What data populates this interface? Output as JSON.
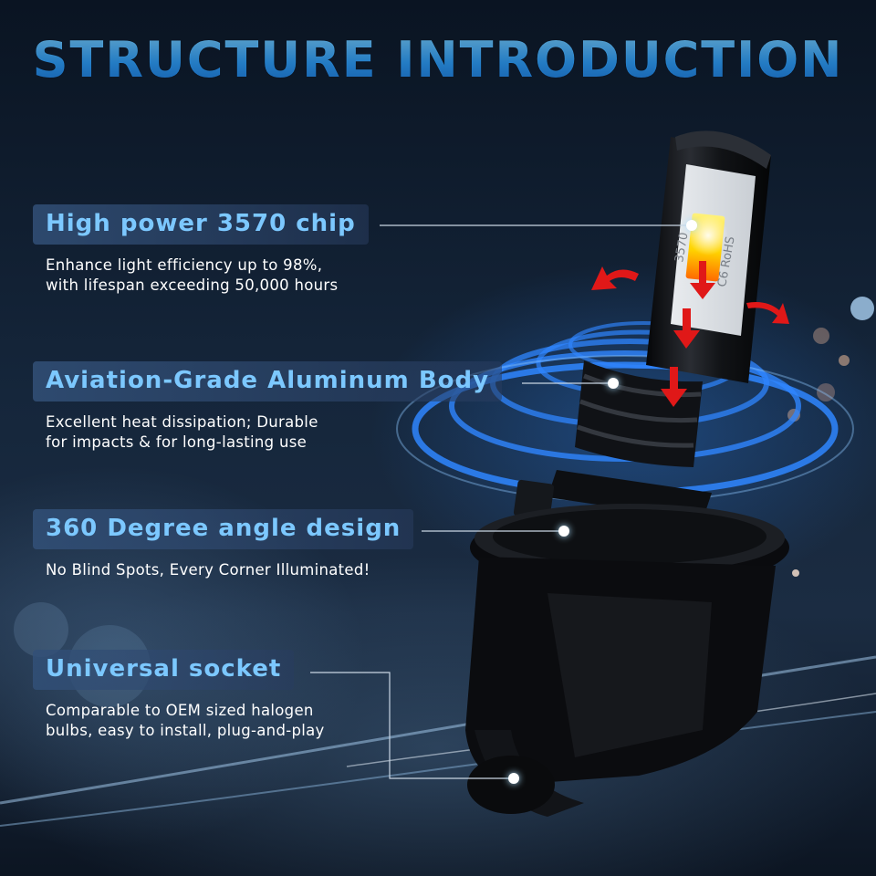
{
  "title": "STRUCTURE INTRODUCTION",
  "features": [
    {
      "title": "High power 3570 chip",
      "description": "Enhance light efficiency up to 98%,\nwith lifespan exceeding 50,000 hours"
    },
    {
      "title": "Aviation-Grade Aluminum Body",
      "description": "Excellent heat dissipation; Durable\nfor impacts & for long-lasting use"
    },
    {
      "title": "360 Degree angle design",
      "description": "No Blind Spots, Every Corner Illuminated!"
    },
    {
      "title": "Universal socket",
      "description": "Comparable to OEM sized halogen\nbulbs, easy to install, plug-and-play"
    }
  ],
  "bulb": {
    "chip_marking": "3570",
    "chip_side_marking": "C6 RoHS"
  },
  "colors": {
    "title_blue": "#2d9bf5",
    "label_blue": "#7cc8ff",
    "arrow_red": "#e01818",
    "ring_blue": "#2f86ff"
  }
}
